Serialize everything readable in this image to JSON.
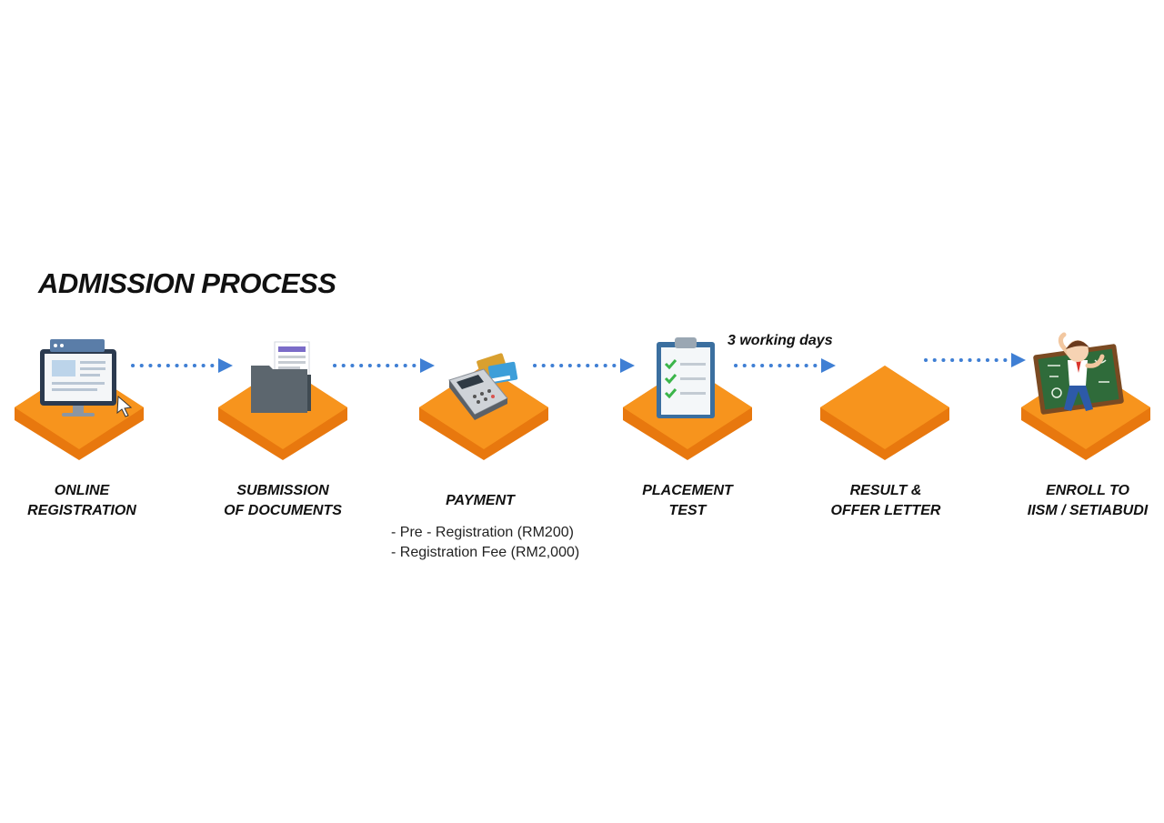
{
  "title": "ADMISSION PROCESS",
  "colors": {
    "platform_top": "#f7941d",
    "platform_side": "#e8780e",
    "arrow": "#3f7fd4"
  },
  "steps": [
    {
      "icon": "computer-icon",
      "label": [
        "ONLINE",
        "REGISTRATION"
      ]
    },
    {
      "icon": "document-folder-icon",
      "label": [
        "SUBMISSION",
        "OF DOCUMENTS"
      ]
    },
    {
      "icon": "card-terminal-icon",
      "label": [
        "PAYMENT"
      ],
      "details": [
        "- Pre - Registration (RM200)",
        "- Registration Fee (RM2,000)"
      ]
    },
    {
      "icon": "clipboard-checklist-icon",
      "label": [
        "PLACEMENT",
        "TEST"
      ]
    },
    {
      "icon": "",
      "label": [
        "RESULT &",
        "OFFER LETTER"
      ]
    },
    {
      "icon": "student-chalkboard-icon",
      "label": [
        "ENROLL TO",
        "IISM / SETIABUDI"
      ]
    }
  ],
  "connector_note": "3 working days"
}
